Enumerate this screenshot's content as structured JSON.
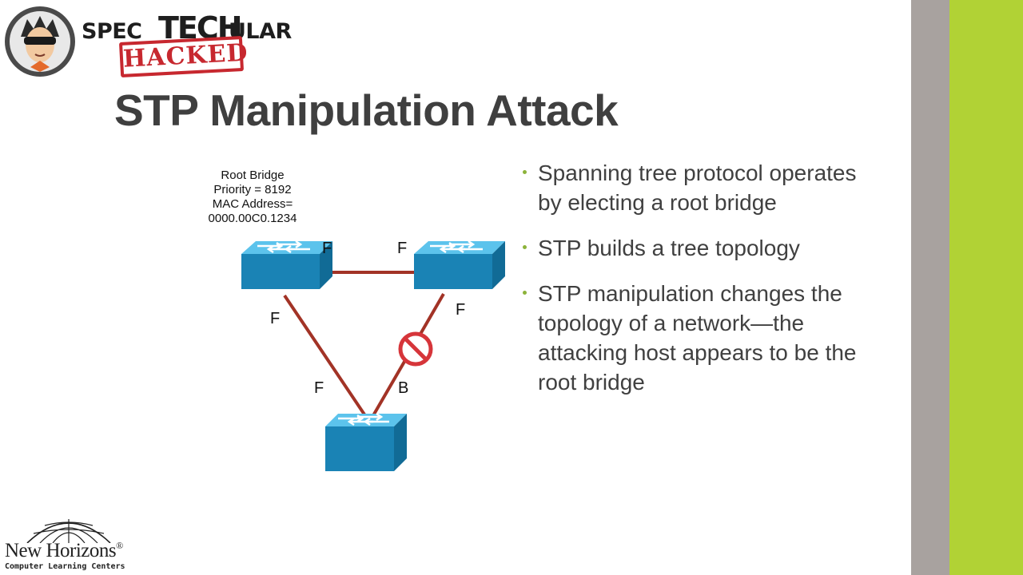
{
  "colors": {
    "side_gray": "#a8a29f",
    "side_green": "#b1d235",
    "link": "#a23326",
    "switch_blue": "#1e9fd6",
    "block_red": "#d6353a",
    "bullet_dot": "#8cb33a"
  },
  "branding": {
    "brand_a": "SPEC",
    "brand_b": "TECH",
    "brand_c": "ULAR",
    "stamp": "HACKED",
    "avatar_icon": "masked-hacker-icon"
  },
  "slide": {
    "title": "STP Manipulation Attack"
  },
  "diagram": {
    "root_bridge": {
      "line1": "Root Bridge",
      "line2": "Priority = 8192",
      "line3": "MAC Address=",
      "line4": "0000.00C0.1234"
    },
    "ports": {
      "root_right": "F",
      "top_left_of_right": "F",
      "root_down": "F",
      "right_down": "F",
      "bottom_left": "F",
      "bottom_right": "B"
    },
    "blocked_icon": "no-entry-icon",
    "switch_icon": "switch-icon"
  },
  "bullets": [
    "Spanning tree protocol operates by electing a root bridge",
    "STP builds a tree topology",
    "STP manipulation changes the topology of a network—the attacking host appears to be the root bridge"
  ],
  "footer": {
    "name": "New Horizons",
    "registered": "®",
    "sub": "Computer Learning Centers",
    "icon": "globe-icon"
  }
}
